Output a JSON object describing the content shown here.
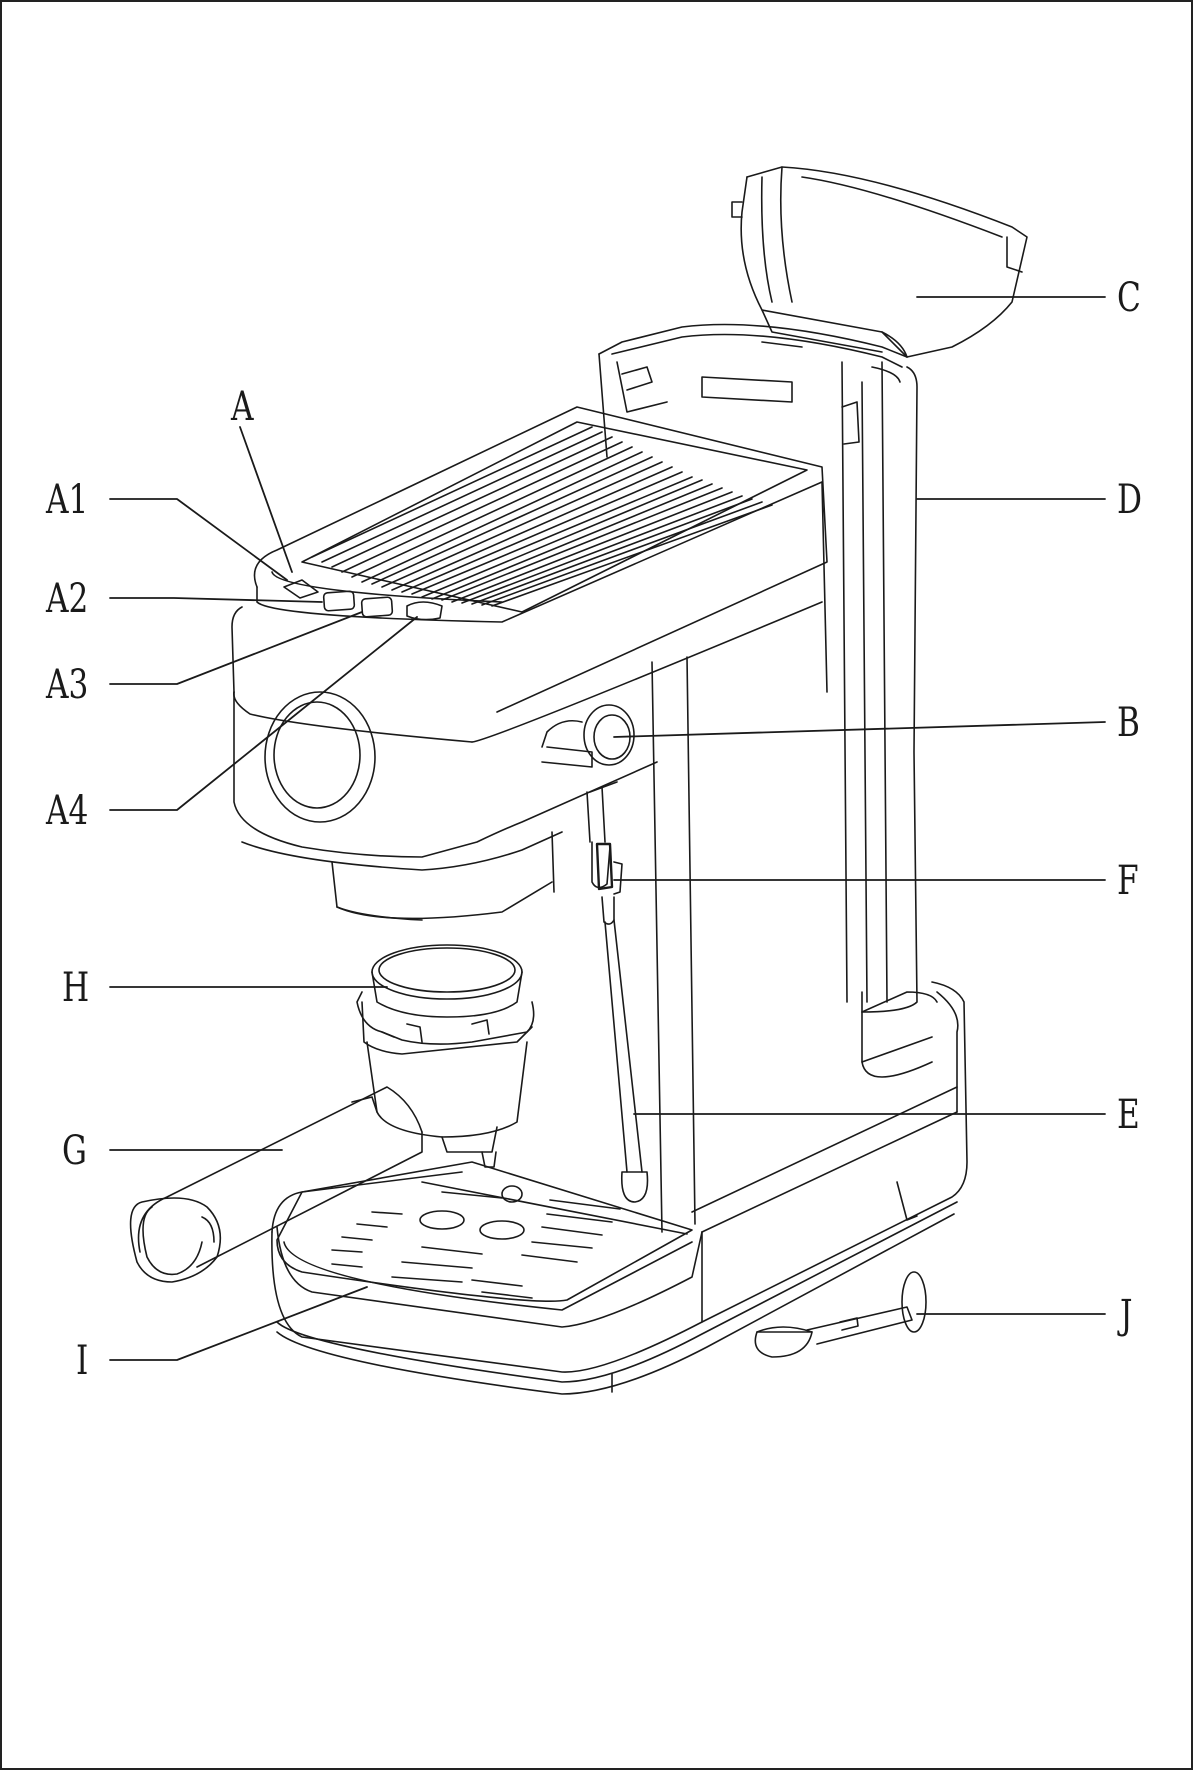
{
  "labels": {
    "A": "A",
    "A1": "A1",
    "A2": "A2",
    "A3": "A3",
    "A4": "A4",
    "B": "B",
    "C": "C",
    "D": "D",
    "E": "E",
    "F": "F",
    "G": "G",
    "H": "H",
    "I": "I",
    "J": "J"
  },
  "colors": {
    "line": "#1a1a1a",
    "background": "#ffffff"
  }
}
